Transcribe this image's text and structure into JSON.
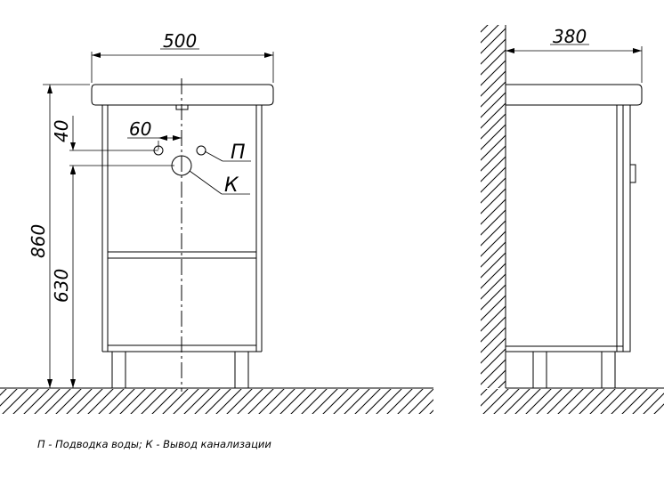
{
  "dimensions": {
    "front_width": "500",
    "side_depth": "380",
    "total_height": "860",
    "shelf_height": "630",
    "offset_top": "40",
    "offset_side": "60"
  },
  "labels": {
    "water_inlet": "П",
    "drain": "К"
  },
  "legend": "П - Подводка воды; К - Вывод канализации"
}
